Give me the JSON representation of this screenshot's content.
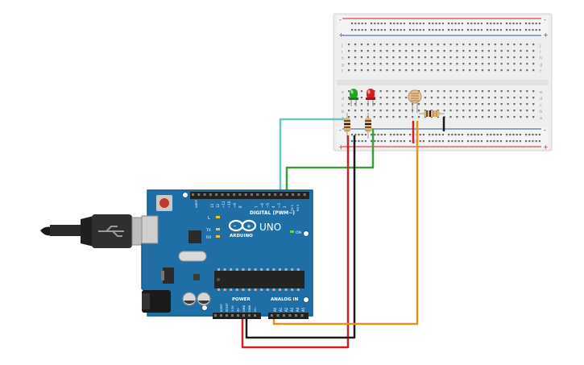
{
  "colors": {
    "board": "#1f6fa6",
    "board_edge": "#155a88",
    "breadboard": "#eeeeee",
    "wire_cyan": "#6cc6c6",
    "wire_green": "#3aa13a",
    "wire_red": "#d02020",
    "wire_black": "#1a1a1a",
    "wire_orange": "#e9911f",
    "led_green": "#2aa02a",
    "led_red": "#d61e1e",
    "rail_red": "#d02020",
    "rail_blue": "#2050c0"
  },
  "arduino": {
    "brand": "ARDUINO",
    "model": "UNO",
    "digital_label": "DIGITAL (PWM~)",
    "power_label": "POWER",
    "analog_label": "ANALOG IN",
    "on_label": "ON",
    "l_label": "L",
    "tx_label": "TX",
    "rx_label": "RX",
    "aref_label": "AREF",
    "digital_pins": [
      "13",
      "12",
      "~11",
      "~10",
      "~9",
      "8",
      "7",
      "~6",
      "~5",
      "4",
      "~3",
      "2",
      "TX 1",
      "RX 0"
    ],
    "power_pins": [
      "IOREF",
      "RESET",
      "3.3V",
      "5V",
      "GND",
      "GND",
      "Vin"
    ],
    "analog_pins": [
      "A0",
      "A1",
      "A2",
      "A3",
      "A4",
      "A5"
    ]
  },
  "breadboard": {
    "row_letters_top": [
      "j",
      "i",
      "h",
      "g",
      "f"
    ],
    "row_letters_bottom": [
      "e",
      "d",
      "c",
      "b",
      "a"
    ],
    "rail_plus": "+",
    "rail_minus": "-",
    "column_count": 30
  },
  "components": {
    "led_green": "green LED",
    "led_red": "red LED",
    "photoresistor": "photoresistor",
    "usb": "USB cable"
  }
}
